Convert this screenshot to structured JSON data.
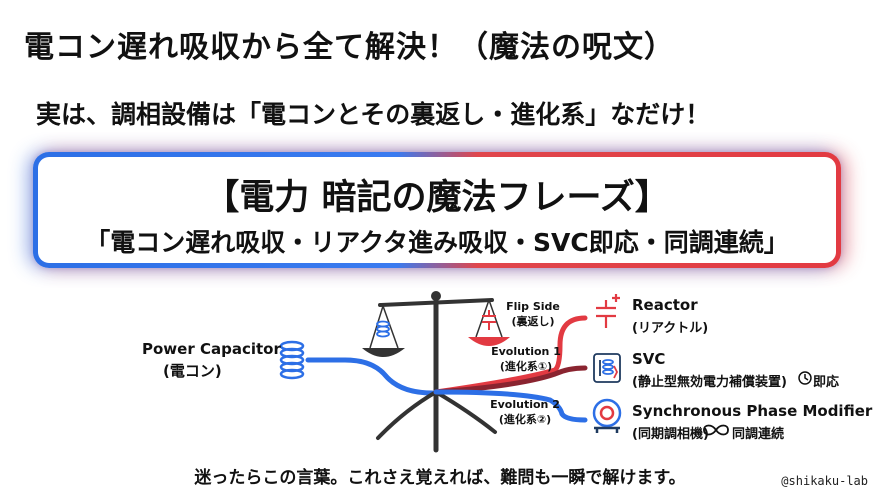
{
  "title": "電コン遅れ吸収から全て解決！（魔法の呪文）",
  "subtitle": "実は、調相設備は「電コンとその裏返し・進化系」なだけ！",
  "box": {
    "title": "【電力 暗記の魔法フレーズ】",
    "phrase": "「電コン遅れ吸収・リアクタ進み吸収・SVC即応・同調連続」"
  },
  "capacitor": {
    "label_en": "Power Capacitor",
    "label_jp": "(電コン)"
  },
  "branches": [
    {
      "line1": "Flip Side",
      "line2": "(裏返し)"
    },
    {
      "line1": "Evolution 1",
      "line2": "(進化系①)"
    },
    {
      "line1": "Evolution 2",
      "line2": "(進化系②)"
    }
  ],
  "items": [
    {
      "name": "Reactor",
      "sub": "(リアクトル)",
      "icon": "inductor-icon"
    },
    {
      "name": "SVC",
      "sub": "(静止型無効電力補償装置)",
      "tag": "即応",
      "icon": "svc-icon"
    },
    {
      "name": "Synchronous Phase Modifier",
      "sub": "(同期調相機)",
      "tag": "同調連続",
      "icon": "rotating-machine-icon"
    }
  ],
  "footer": "迷ったらこの言葉。これさえ覚えれば、難問も一瞬で解けます。",
  "credit": "@shikaku-lab",
  "colors": {
    "blue": "#2d6fe6",
    "red": "#e23a42",
    "navy": "#1f3a5f",
    "dark": "#333333"
  }
}
